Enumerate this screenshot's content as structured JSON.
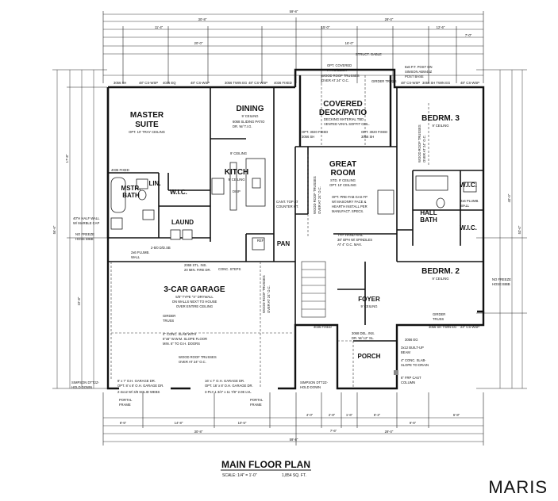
{
  "rooms": {
    "master": "MASTER",
    "suite": "SUITE",
    "master_note": "OPT. 10' TRAY CEILING",
    "mstr": "MSTR.",
    "bath": "BATH",
    "lin": "LIN.",
    "wic": "W.I.C.",
    "laund": "LAUND",
    "dining": "DINING",
    "dining_note": "9' CEILING",
    "kitch": "KITCH",
    "kitch_note": "9' CEILING",
    "covered": "COVERED",
    "deck_patio": "DECK/PATIO",
    "great": "GREAT",
    "room": "ROOM",
    "great_note1": "STD. 9' CEILING",
    "great_note2": "OPT. 10' CEILING",
    "bedrm3": "BEDRM. 3",
    "bedrm3_note": "9' CEILING",
    "wic_right": "W.I.C.",
    "hall": "HALL",
    "hall_bath": "BATH",
    "wic_right2": "W.I.C.",
    "bedrm2": "BEDRM. 2",
    "bedrm2_note": "9' CEILING",
    "garage": "3-CAR GARAGE",
    "garage_note1": "5/8\" TYPE \"X\" DRYWALL",
    "garage_note2": "ON WALLS NEXT TO HOUSE",
    "garage_note3": "OVER ENTIRE CEILING",
    "foyer": "FOYER",
    "foyer_note": "9' CEILING",
    "porch": "PORCH",
    "pan": "PAN",
    "ref": "REF"
  },
  "dimensions": {
    "top_overall": "59'-8\"",
    "top_left": "30'-8\"",
    "top_right": "29'-0\"",
    "top_mid": "15'-0\"",
    "top_a": "11'-4\"",
    "top_b": "20'-0\"",
    "top_c": "16'-0\"",
    "top_d": "12'-6\"",
    "top_e": "7'-0\"",
    "left_overall": "56'-6\"",
    "left_a": "17'-8\"",
    "left_b": "22'-8\"",
    "right_overall": "53'-0\"",
    "right_a": "40'-0\"",
    "bot_overall": "59'-8\"",
    "bot_left": "30'-8\"",
    "bot_right": "29'-0\"",
    "bot_a": "8'-5\"",
    "bot_b": "14'-8\"",
    "bot_c": "10'-5\"",
    "bot_d": "7'-6\"",
    "bot_e": "9'-5\"",
    "bot_f": "4'-0\"",
    "bot_g": "2'-8\"",
    "bot_h": "1'-6\"",
    "bot_i": "8'-2\"",
    "bot_j": "6'-8\""
  },
  "notes": {
    "struct_gable": "STRUCT. GABLE",
    "opt_covered": "OPT. COVERED",
    "patio_deck": "PATIO/DECK",
    "wood_roof_trusses": "WOOD ROOF TRUSSES",
    "over_24": "OVER AT 24\" O.C.",
    "girder_truss": "GIRDER TRUSS",
    "post_note1": "6x6 P.T. POST ON",
    "post_note2": "SIMSON ABW44Z",
    "post_note3": "POST BASE",
    "decking1": "DECKING MATERIAL TBD",
    "decking2": "VENTED VINYL SOFFIT CEIL.",
    "sliding_patio": "6068 SLIDING PATIO",
    "sliding_patio2": "DR. W/ T.I.G.",
    "fireplace1": "OPT. PRE-FAB GAS FP",
    "fireplace2": "W/ MASONRY FACE &",
    "fireplace3": "HEARTH INSTALL PER",
    "fireplace4": "MANUFACT. SPECS.",
    "handrail1": "TYP. HAND RAIL",
    "handrail2": "36\" BPH W/ SPINDLES",
    "handrail3": "AT 4\" O.C. MAX.",
    "half_wall1": "40\"H HALF WALL",
    "half_wall2": "W/ MARBLE CAP",
    "no_freeze": "NO FREEZE",
    "hose_bibb": "HOSE BIBB",
    "no_freeze_r": "NO FREEZE",
    "hose_bibb_r": "HOSE BIBB",
    "plumb_wall": "2x6 PLUMB.",
    "plumb_wall2": "WALL",
    "plumb_wall_r": "2x6 PLUMB.",
    "plumb_wall_r2": "WALL",
    "cant_top": "CANT. TOP AT",
    "cant_top2": "COUNTER HT.",
    "disp": "DISP",
    "conc_steps": "CONC. STEPS",
    "steel_door1": "2068 STL. INS.",
    "steel_door2": "20 MIN. FIRE DR.",
    "slab1": "4\" CONC. SLAB WITH",
    "slab2": "6\"x6\" W.W.M. SLOPE FLOOR",
    "slab3": "MIN. 6\" TO O.H. DOORS",
    "girder_truss_g": "GIRDER",
    "girder_truss_g2": "TRUSS",
    "garage_trusses": "WOOD ROOF TRUSSES",
    "garage_trusses2": "OVER AT 24\" O.C.",
    "garage_trusses_v": "WOOD ROOF TRUSSES",
    "garage_trusses_v2": "OVER AT 24\" O.C.",
    "gr_trusses_v": "WOOD ROOF TRUSSES",
    "gr_trusses_v2": "OVER AT 24\" O.C.",
    "b3_trusses": "WOOD ROOF TRUSSES",
    "b3_trusses2": "OVER AT 24\" O.C.",
    "ohdoor_l1": "8' x 7' O.H. GARAGE DR.",
    "ohdoor_l2": "OPT. 8' x 8' O.H. GARAGE DR.",
    "ohdoor_r1": "16' x 7' O.H. GARAGE DR.",
    "ohdoor_r2": "OPT. 16' x 8' O.H. GARAGE DR.",
    "header_l": "2-2x12 W/ 3/8 SOLID WEBS",
    "header_r": "3-PLY 1 3/4\" x 11 7/8\" 2.0E LVL",
    "portal_l": "PORTAL",
    "portal_l2": "FRAME",
    "portal_r": "PORTAL",
    "portal_r2": "FRAME",
    "simpson_l": "SIMPSON DTT2Z-",
    "simpson_l2": "HOLD DOWN",
    "simpson_r": "SIMPSON DTT2Z-",
    "simpson_r2": "HOLD DOWN",
    "porch_beam1": "3x12 BUILT-UP",
    "porch_beam2": "BEAM",
    "porch_slab1": "4\" CONC. SLAB-",
    "porch_slab2": "SLOPE TO DRAIN",
    "column": "6\" FRP CAST",
    "column2": "COLUMN",
    "front_door1": "3068 DEL. INS.",
    "front_door2": "DR. W/ 12\" SL.",
    "fixed_window": "4036 FIXED",
    "girder_truss_r": "GIRDER",
    "girder_truss_r2": "TRUSS",
    "window_top1": "3056 SH",
    "window_top2": "4036 EQ",
    "window_top3": "3056 TWIN EG",
    "window_top4": "4036 FIXED",
    "window_top5": "3056 SH TWIN EG",
    "window_gr1": "OPT. 3020 FIXED",
    "window_gr2": "3056 SH",
    "window_gr3": "OPT. 3020 FIXED",
    "window_gr4": "3056 SH",
    "window_bot1": "3056 SH TWIN EG",
    "window_bot2": "3056 EG",
    "header_note1": "48\" CS-WSP",
    "header_note2": "48\" CS-WSP",
    "header_note3": "48\" CS-WSP",
    "header_note4": "48\" CS-WSP",
    "header_note5": "48\" CS-WSP",
    "header_note6": "24\" CS-WSP",
    "ceiling_9": "9' CEILING",
    "fixed_window_l": "4036 FIXED",
    "laund_door": "2-5/0 D/D.SB"
  },
  "title": {
    "main": "MAIN FLOOR PLAN",
    "scale": "SCALE: 1/4\" = 1'-0\"",
    "area": "1,854 SQ. FT."
  },
  "watermark": "MARIS"
}
